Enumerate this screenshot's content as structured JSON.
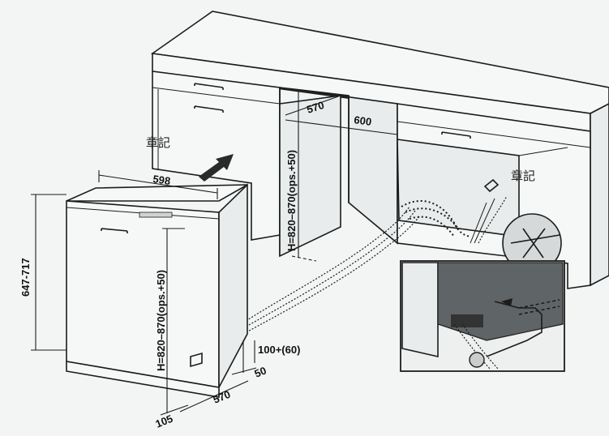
{
  "watermarks": [
    "章記",
    "章記"
  ],
  "dimensions": {
    "cabinet_width": "598",
    "niche_depth_top": "570",
    "niche_width": "600",
    "niche_height": "H=820–870(ops.+50)",
    "appliance_height": "647-717",
    "appliance_height_front": "H=820–870(ops.+50)",
    "plinth_height": "100+(60)",
    "plinth_depth": "50",
    "base_depth": "570",
    "base_offset": "105"
  }
}
